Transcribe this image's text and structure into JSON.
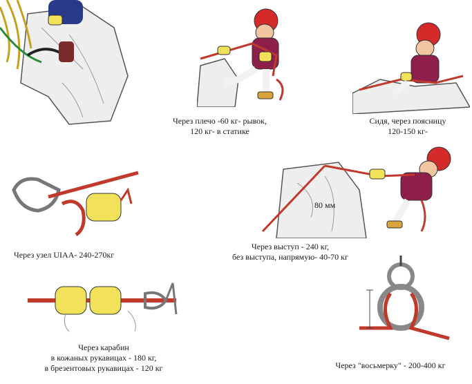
{
  "captions": {
    "shoulder": {
      "line1": "Через плечо -60 кг- рывок,",
      "line2": "120 кг- в статике"
    },
    "sitting": {
      "line1": "Сидя, через поясницу",
      "line2": "120-150 кг-"
    },
    "uiaa": {
      "line1": "Через узел UIAA- 240-270кг"
    },
    "ledge": {
      "line1": "Через выступ - 240 кг,",
      "line2": "без выступа, напрямую- 40-70 кг"
    },
    "ledge_dim": "80 мм",
    "carabiner": {
      "line1": "Через карабин",
      "line2": "в кожаных рукавицах - 180 кг,",
      "line3": "в брезентовых рукавицах - 120 кг"
    },
    "figure8": {
      "line1": "Через \"восьмерку\" - 200-400 кг"
    }
  },
  "colors": {
    "rope": "#c0392b",
    "helmet": "#d42a2a",
    "shirt": "#8e1f4a",
    "glove": "#f2e25a",
    "rock": "#e8e8e8",
    "metal": "#9aa0a6",
    "boot": "#d9a43a"
  }
}
